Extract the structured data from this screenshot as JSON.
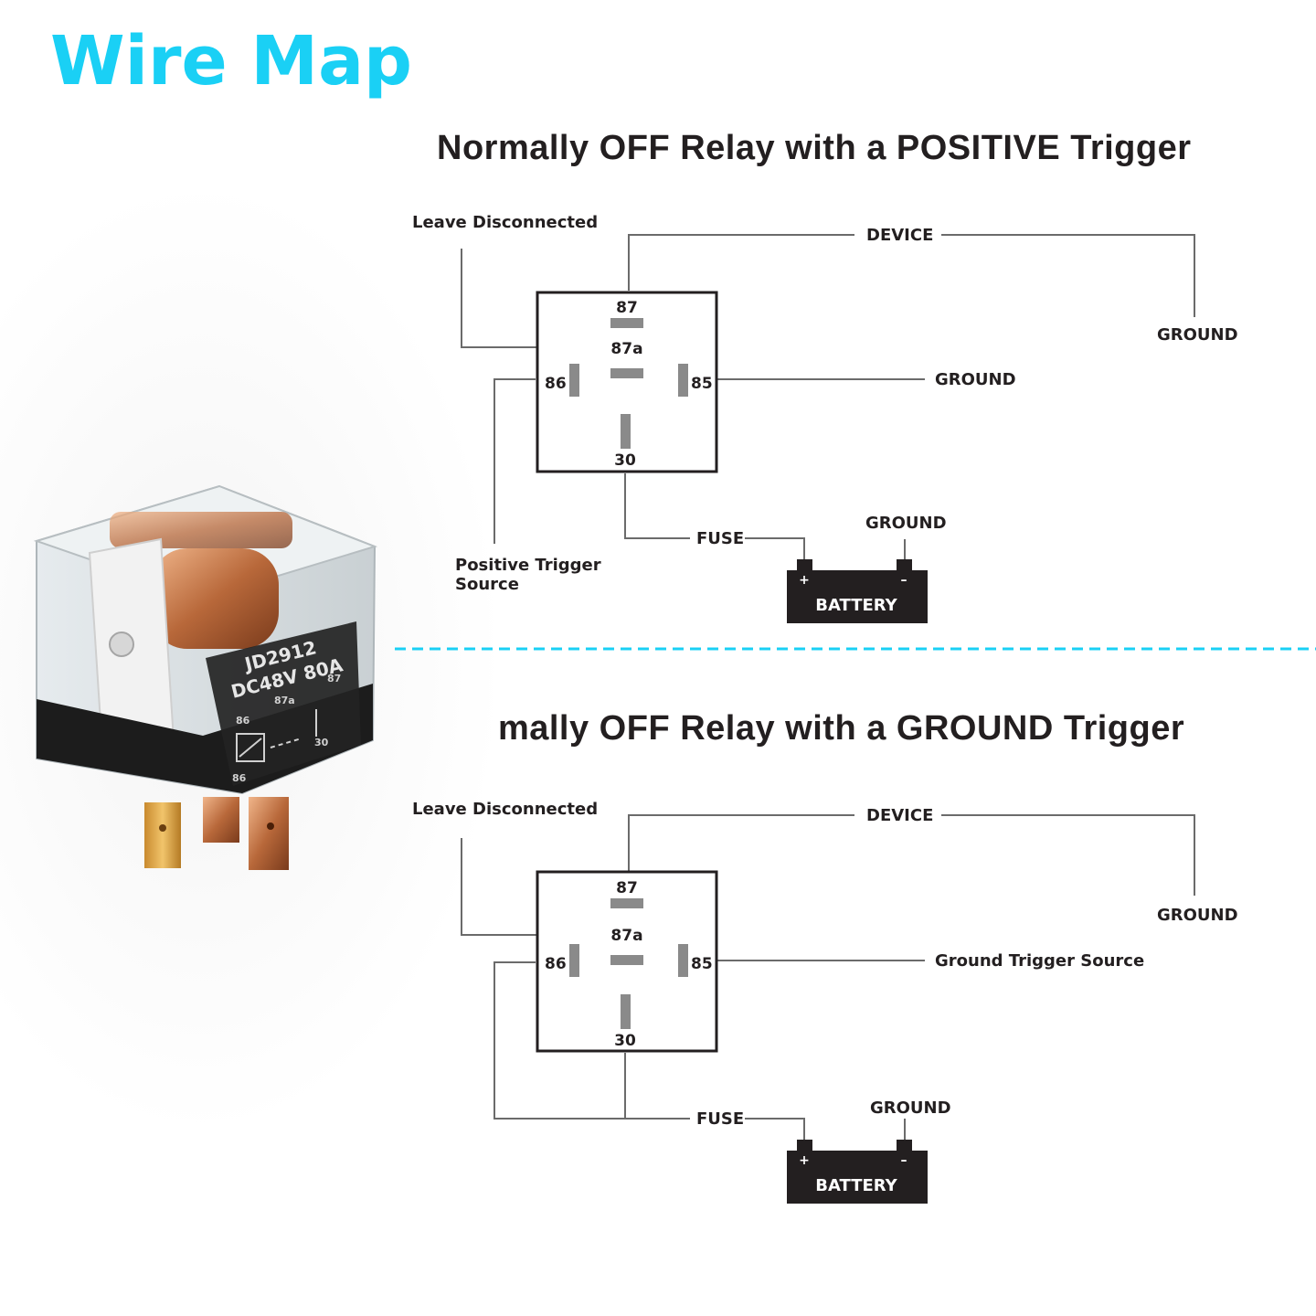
{
  "title": "Wire Map",
  "colors": {
    "accent": "#1ad0f5",
    "wire": "#6b6b6b",
    "terminal": "#8a8a8a",
    "ink": "#231f20",
    "battery": "#231f20"
  },
  "relay_photo": {
    "model": "JD2912",
    "rating": "DC48V 80A",
    "pins": {
      "p86": "86",
      "p87a": "87a",
      "p87": "87",
      "p30": "30",
      "p86b": "86"
    }
  },
  "diagram_top": {
    "heading": "Normally OFF Relay with a POSITIVE Trigger",
    "leave_disconnected": "Leave Disconnected",
    "device": "DEVICE",
    "ground_device": "GROUND",
    "ground_85": "GROUND",
    "trigger_line1": "Positive Trigger",
    "trigger_line2": "Source",
    "fuse": "FUSE",
    "ground_battery": "GROUND",
    "battery": "BATTERY",
    "plus": "+",
    "minus": "–",
    "pins": {
      "p87": "87",
      "p87a": "87a",
      "p86": "86",
      "p85": "85",
      "p30": "30"
    }
  },
  "diagram_bottom": {
    "heading": "Normally OFF Relay with a GROUND Trigger",
    "leave_disconnected": "Leave Disconnected",
    "device": "DEVICE",
    "ground_device": "GROUND",
    "trigger_85": "Ground Trigger Source",
    "fuse": "FUSE",
    "ground_battery": "GROUND",
    "battery": "BATTERY",
    "plus": "+",
    "minus": "–",
    "pins": {
      "p87": "87",
      "p87a": "87a",
      "p86": "86",
      "p85": "85",
      "p30": "30"
    }
  }
}
